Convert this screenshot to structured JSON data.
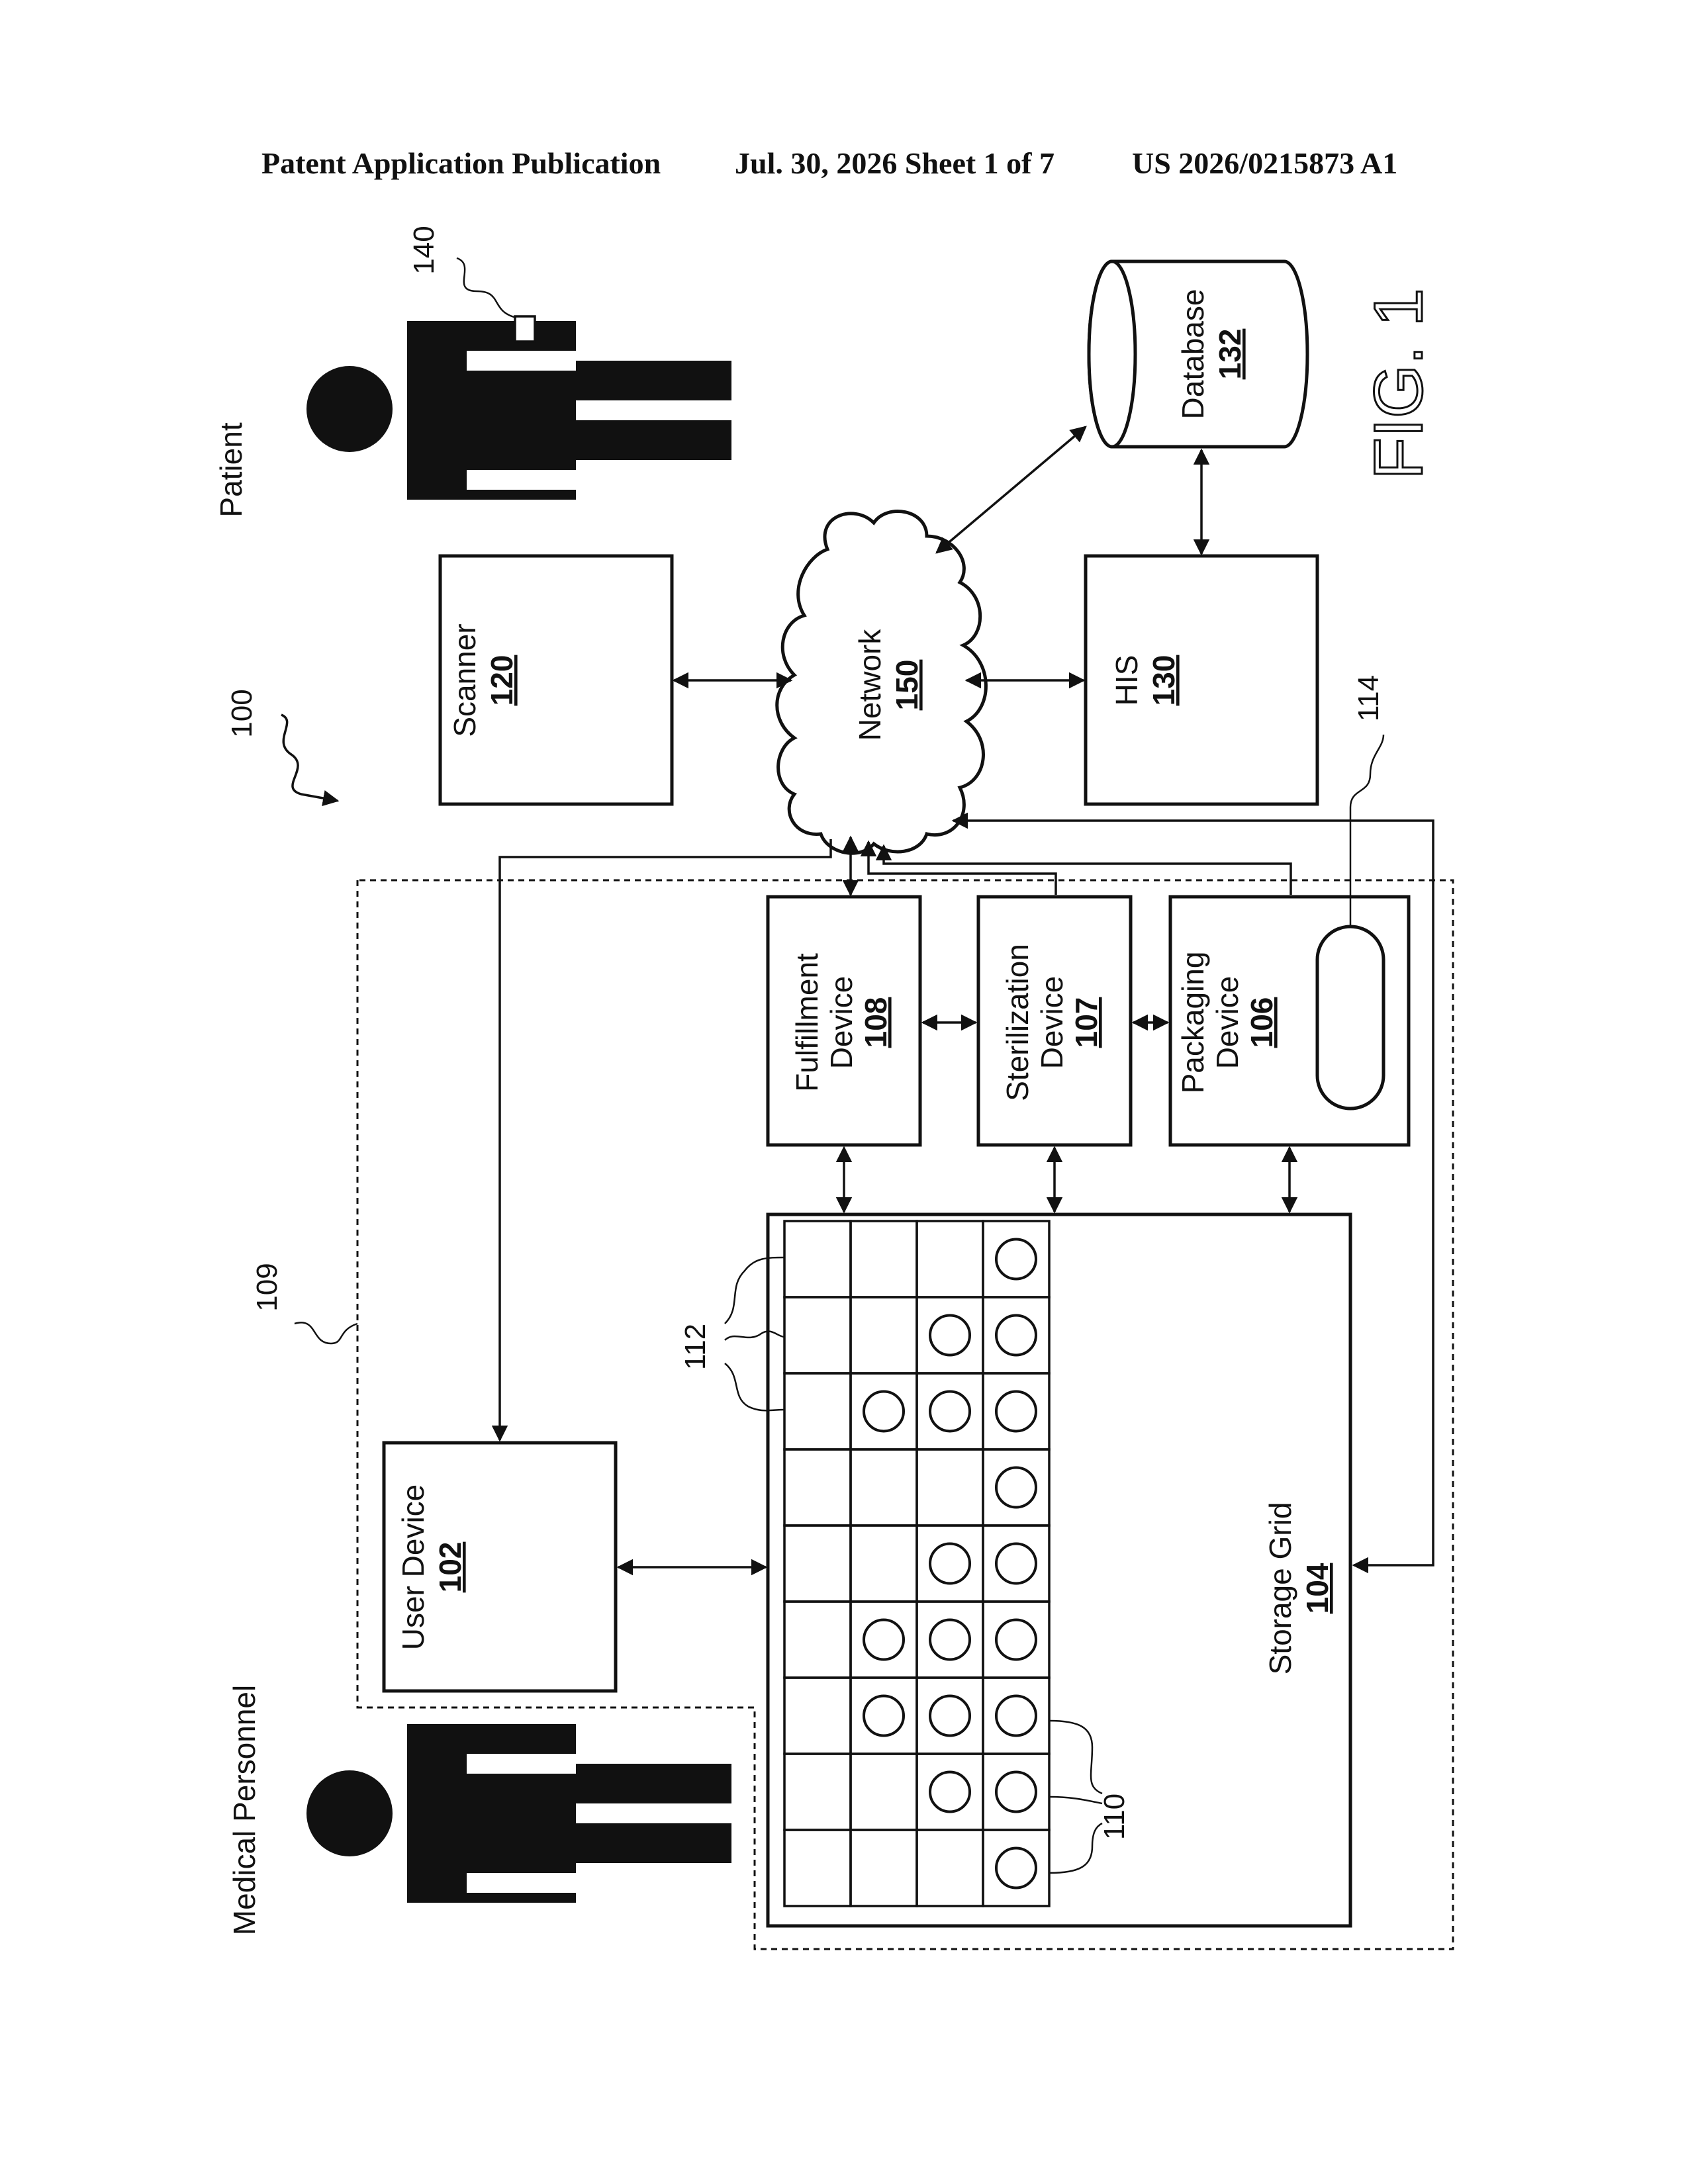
{
  "header": {
    "publication": "Patent Application Publication",
    "date_sheet": "Jul. 30, 2026  Sheet 1 of 7",
    "number": "US 2026/0215873 A1"
  },
  "figure": {
    "label": "FIG. 1",
    "system_ref": "100",
    "boundary_ref": "109",
    "slots_ref": "112",
    "items_ref": "110",
    "wearable_ref": "140",
    "printer_ref": "114"
  },
  "actors": {
    "patient": "Patient",
    "medical_personnel": "Medical Personnel"
  },
  "components": {
    "user_device": {
      "name": "User Device",
      "number": "102"
    },
    "storage_grid": {
      "name": "Storage Grid",
      "number": "104"
    },
    "packaging": {
      "name_line1": "Packaging",
      "name_line2": "Device",
      "number": "106"
    },
    "sterilization": {
      "name_line1": "Sterilization",
      "name_line2": "Device",
      "number": "107"
    },
    "fulfillment": {
      "name_line1": "Fulfillment",
      "name_line2": "Device",
      "number": "108"
    },
    "scanner": {
      "name": "Scanner",
      "number": "120"
    },
    "his": {
      "name": "HIS",
      "number": "130"
    },
    "database": {
      "name": "Database",
      "number": "132"
    },
    "network": {
      "name": "Network",
      "number": "150"
    }
  }
}
